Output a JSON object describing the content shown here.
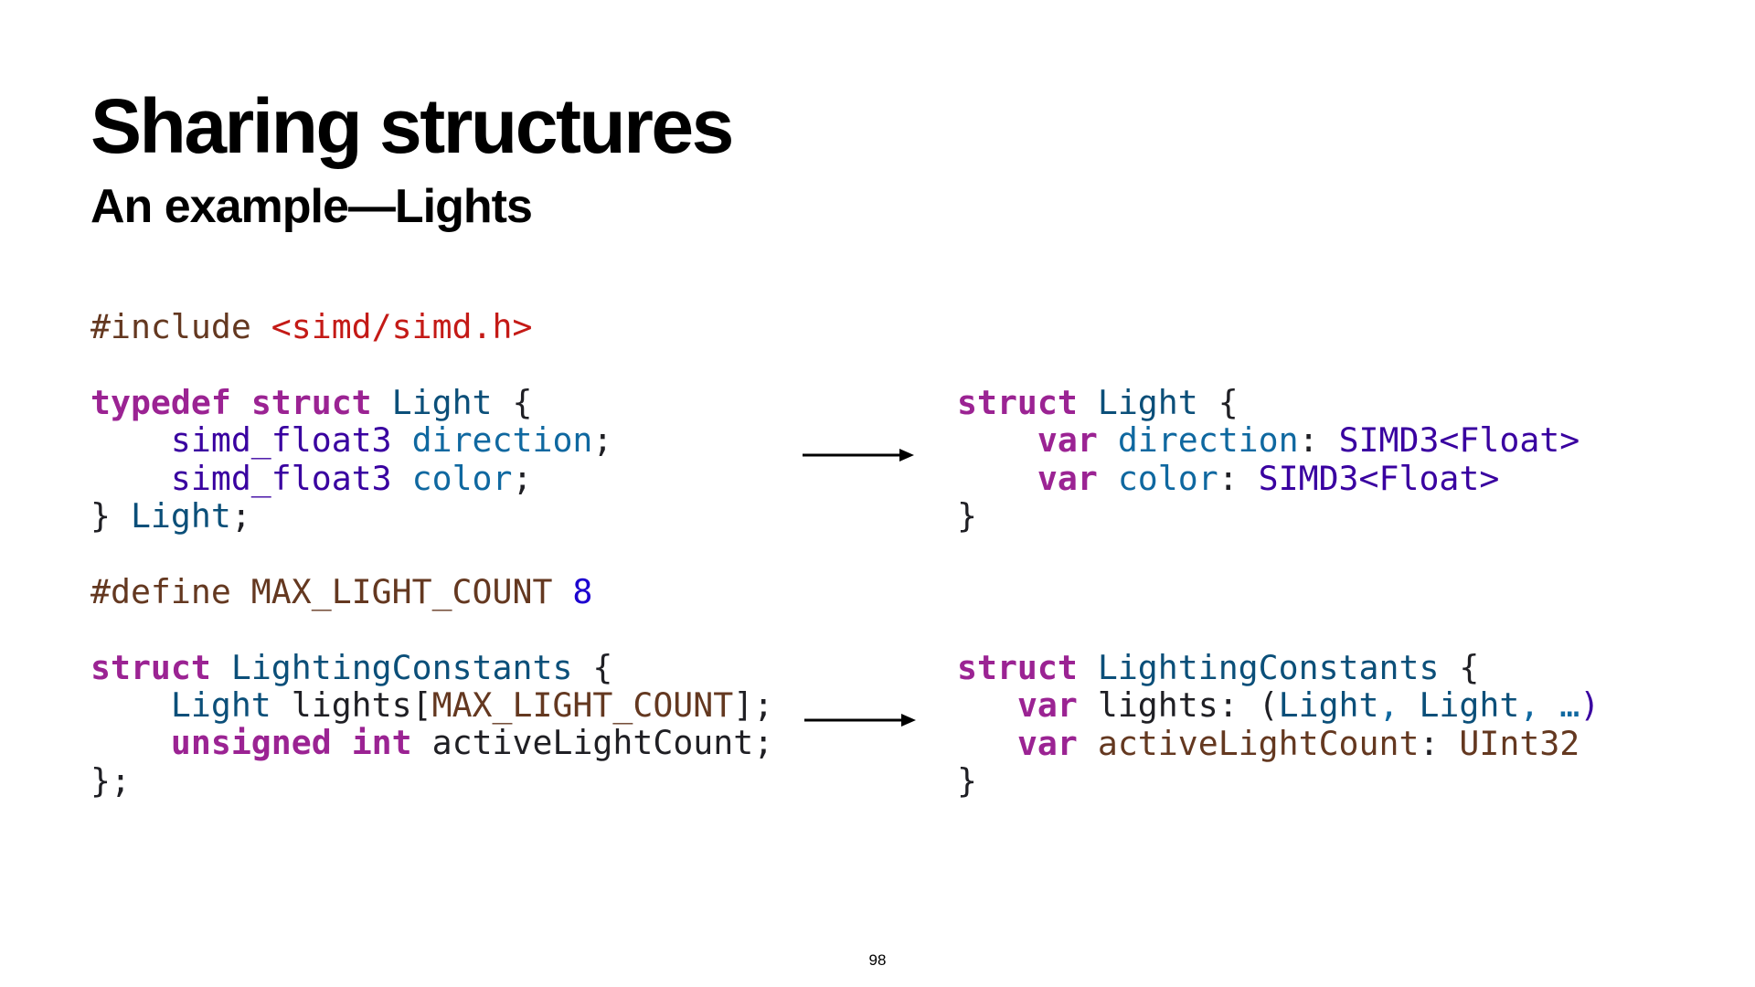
{
  "slide": {
    "title": "Sharing structures",
    "subtitle": "An example—Lights",
    "page_number": "98"
  },
  "colors": {
    "keyword": "#9b2393",
    "type_name": "#0b4f79",
    "member": "#0f68a0",
    "preprocessor": "#643820",
    "string": "#c41a16",
    "number": "#1c00cf",
    "swift_type": "#3900a0",
    "plain": "#1f1f24"
  },
  "code_c": [
    [
      {
        "text": "#include ",
        "style": "preprocessor"
      },
      {
        "text": "<simd/simd.h>",
        "style": "string"
      }
    ],
    [],
    [
      {
        "text": "typedef",
        "style": "keyword"
      },
      {
        "text": " ",
        "style": "plain"
      },
      {
        "text": "struct",
        "style": "keyword"
      },
      {
        "text": " ",
        "style": "plain"
      },
      {
        "text": "Light",
        "style": "type_name"
      },
      {
        "text": " {",
        "style": "plain"
      }
    ],
    [
      {
        "text": "    ",
        "style": "plain"
      },
      {
        "text": "simd_float3",
        "style": "swift_type"
      },
      {
        "text": " ",
        "style": "plain"
      },
      {
        "text": "direction",
        "style": "member"
      },
      {
        "text": ";",
        "style": "plain"
      }
    ],
    [
      {
        "text": "    ",
        "style": "plain"
      },
      {
        "text": "simd_float3",
        "style": "swift_type"
      },
      {
        "text": " ",
        "style": "plain"
      },
      {
        "text": "color",
        "style": "member"
      },
      {
        "text": ";",
        "style": "plain"
      }
    ],
    [
      {
        "text": "} ",
        "style": "plain"
      },
      {
        "text": "Light",
        "style": "type_name"
      },
      {
        "text": ";",
        "style": "plain"
      }
    ],
    [],
    [
      {
        "text": "#define MAX_LIGHT_COUNT ",
        "style": "preprocessor"
      },
      {
        "text": "8",
        "style": "number"
      }
    ],
    [],
    [
      {
        "text": "struct",
        "style": "keyword"
      },
      {
        "text": " ",
        "style": "plain"
      },
      {
        "text": "LightingConstants",
        "style": "type_name"
      },
      {
        "text": " {",
        "style": "plain"
      }
    ],
    [
      {
        "text": "    ",
        "style": "plain"
      },
      {
        "text": "Light",
        "style": "type_name"
      },
      {
        "text": " lights[",
        "style": "plain"
      },
      {
        "text": "MAX_LIGHT_COUNT",
        "style": "preprocessor"
      },
      {
        "text": "];",
        "style": "plain"
      }
    ],
    [
      {
        "text": "    ",
        "style": "plain"
      },
      {
        "text": "unsigned",
        "style": "keyword"
      },
      {
        "text": " ",
        "style": "plain"
      },
      {
        "text": "int",
        "style": "keyword"
      },
      {
        "text": " activeLightCount;",
        "style": "plain"
      }
    ],
    [
      {
        "text": "};",
        "style": "plain"
      }
    ]
  ],
  "code_swift_light": [
    [
      {
        "text": "struct",
        "style": "keyword"
      },
      {
        "text": " ",
        "style": "plain"
      },
      {
        "text": "Light",
        "style": "type_name"
      },
      {
        "text": " {",
        "style": "plain"
      }
    ],
    [
      {
        "text": "    ",
        "style": "plain"
      },
      {
        "text": "var",
        "style": "keyword"
      },
      {
        "text": " ",
        "style": "plain"
      },
      {
        "text": "direction",
        "style": "member"
      },
      {
        "text": ": ",
        "style": "plain"
      },
      {
        "text": "SIMD3<Float>",
        "style": "swift_type"
      }
    ],
    [
      {
        "text": "    ",
        "style": "plain"
      },
      {
        "text": "var",
        "style": "keyword"
      },
      {
        "text": " ",
        "style": "plain"
      },
      {
        "text": "color",
        "style": "member"
      },
      {
        "text": ": ",
        "style": "plain"
      },
      {
        "text": "SIMD3<Float>",
        "style": "swift_type"
      }
    ],
    [
      {
        "text": "}",
        "style": "plain"
      }
    ]
  ],
  "code_swift_constants": [
    [
      {
        "text": "struct",
        "style": "keyword"
      },
      {
        "text": " ",
        "style": "plain"
      },
      {
        "text": "LightingConstants",
        "style": "type_name"
      },
      {
        "text": " {",
        "style": "plain"
      }
    ],
    [
      {
        "text": "   ",
        "style": "plain"
      },
      {
        "text": "var",
        "style": "keyword"
      },
      {
        "text": " lights: (",
        "style": "plain"
      },
      {
        "text": "Light",
        "style": "type_name"
      },
      {
        "text": ", ",
        "style": "member"
      },
      {
        "text": "Light",
        "style": "type_name"
      },
      {
        "text": ", …",
        "style": "member"
      },
      {
        "text": ")",
        "style": "swift_type"
      }
    ],
    [
      {
        "text": "   ",
        "style": "plain"
      },
      {
        "text": "var",
        "style": "keyword"
      },
      {
        "text": " ",
        "style": "plain"
      },
      {
        "text": "activeLightCount",
        "style": "preprocessor"
      },
      {
        "text": ": ",
        "style": "plain"
      },
      {
        "text": "UInt32",
        "style": "preprocessor"
      }
    ],
    [
      {
        "text": "}",
        "style": "plain"
      }
    ]
  ]
}
